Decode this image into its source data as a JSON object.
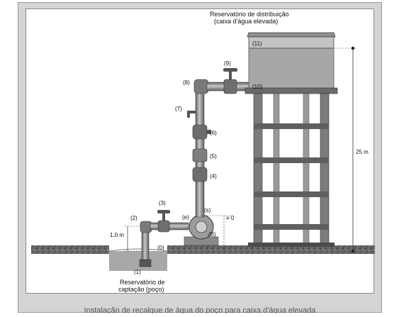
{
  "labels": {
    "top_reservoir_line1": "Reservatório de distribuição",
    "top_reservoir_line2": "(caixa d'água elevada)",
    "bottom_reservoir_line1": "Reservatório de",
    "bottom_reservoir_line2": "captação (poço)",
    "height_label": "25 m",
    "suction_height": "1,0 m",
    "datum": "≡ 0"
  },
  "markers": {
    "m0": "(0)",
    "m1": "(1)",
    "m2": "(2)",
    "m3": "(3)",
    "m4": "(4)",
    "m5": "(5)",
    "m6": "(6)",
    "m7": "(7)",
    "m8": "(8)",
    "m9": "(9)",
    "m10": "(10)",
    "m11": "(11)",
    "suction": "(e)",
    "discharge": "(s)",
    "pump": "(B)"
  },
  "caption": "Instalação de recalque de água do poço para caixa d'água elevada",
  "colors": {
    "water": "#9a9a9a",
    "tank": "#bdbdbd",
    "pipe": "#7a7a7a",
    "tower": "#666666",
    "ground": "#555555"
  }
}
